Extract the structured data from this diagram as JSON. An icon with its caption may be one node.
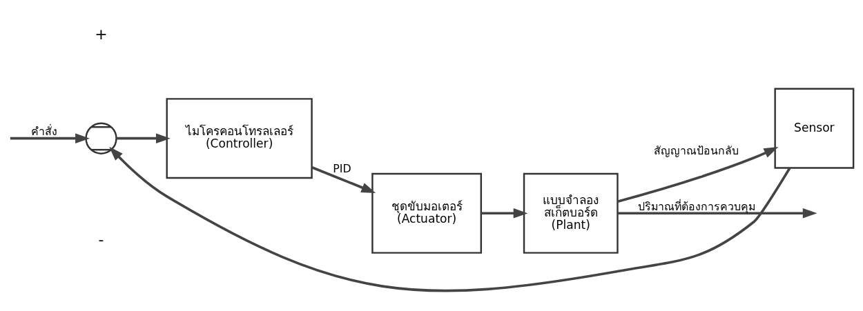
{
  "diagram": {
    "nodes": [
      {
        "text": [],
        "shape": "circle"
      },
      {
        "text": [
          "ไมโครคอนโทรลเลอร์",
          "(Controller)"
        ]
      },
      {
        "text": [
          "ชุดขับมอเตอร์",
          "(Actuator)"
        ]
      },
      {
        "text": [
          "แบบจำลอง",
          "สเก็ตบอร์ด",
          "(Plant)"
        ]
      },
      {
        "text": [
          "Sensor"
        ]
      }
    ],
    "edges": [
      {
        "from": null,
        "to": 0,
        "arrow": "to",
        "label": "คำสั่ง"
      },
      {
        "from": 0,
        "to": 1,
        "arrow": "to"
      },
      {
        "from": 1,
        "to": 2,
        "arrow": "to",
        "label": "PID"
      },
      {
        "from": 2,
        "to": 3,
        "arrow": "to"
      },
      {
        "from": 3,
        "to": null,
        "arrow": "to",
        "label": "ปริมาณที่ต้องการควบคุม"
      },
      {
        "from": 3,
        "to": 4,
        "arrow": "to",
        "label": "สัญญาณป้อนกลับ"
      },
      {
        "from": 4,
        "to": 0,
        "arrow": "to"
      }
    ],
    "labels": [
      "+",
      "-"
    ]
  }
}
